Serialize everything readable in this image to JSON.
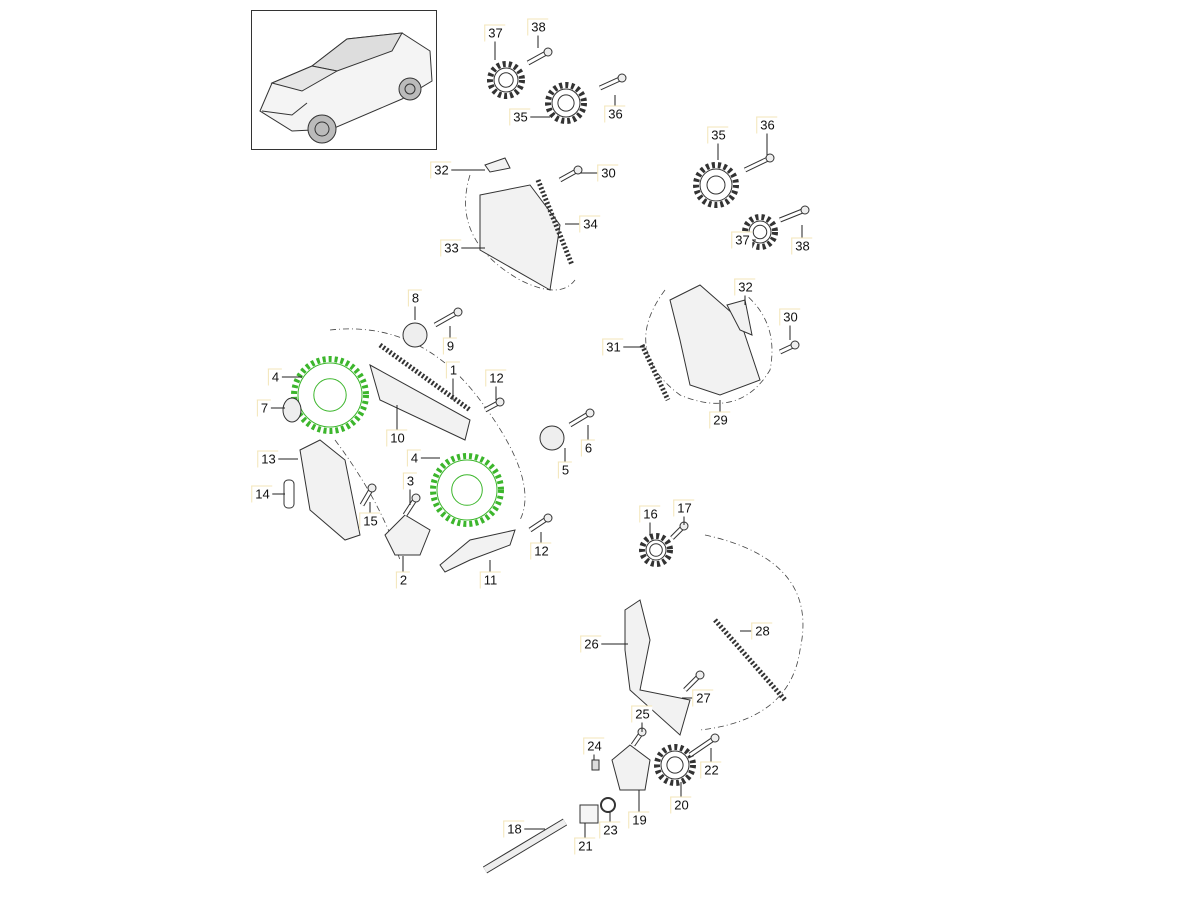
{
  "diagram": {
    "title": "",
    "highlight_color": "#3cb62c",
    "line_color": "#222222",
    "labels": [
      "37",
      "38",
      "35",
      "36",
      "32",
      "30",
      "34",
      "33",
      "35",
      "36",
      "37",
      "38",
      "8",
      "9",
      "32",
      "30",
      "31",
      "4",
      "1",
      "12",
      "7",
      "10",
      "6",
      "29",
      "5",
      "13",
      "4",
      "3",
      "14",
      "15",
      "16",
      "17",
      "12",
      "2",
      "11",
      "26",
      "28",
      "27",
      "25",
      "24",
      "22",
      "19",
      "20",
      "23",
      "18",
      "21"
    ]
  }
}
